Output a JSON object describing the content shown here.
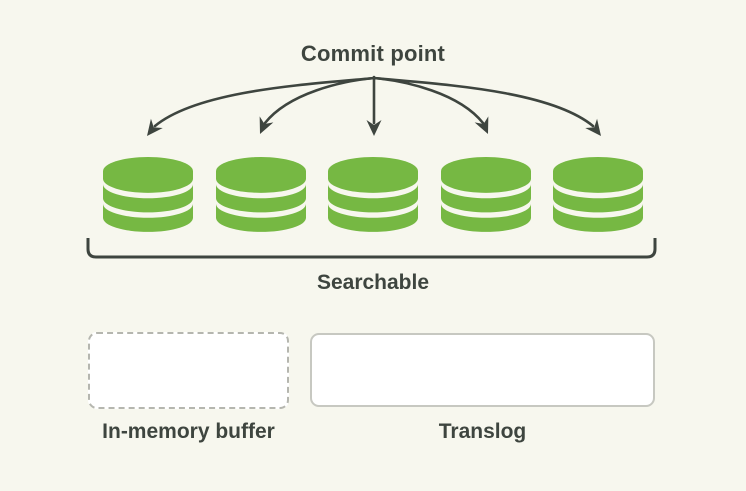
{
  "colors": {
    "background": "#f7f7ee",
    "segment_green": "#76b843",
    "ink": "#3e453f",
    "dashed_border": "#b5b6af",
    "solid_border": "#c7c8c1",
    "box_fill": "#ffffff"
  },
  "diagram": {
    "commit_point_label": "Commit point",
    "searchable_label": "Searchable",
    "segment_count": 5,
    "segments": [
      {
        "icon": "database-icon"
      },
      {
        "icon": "database-icon"
      },
      {
        "icon": "database-icon"
      },
      {
        "icon": "database-icon"
      },
      {
        "icon": "database-icon"
      }
    ],
    "in_memory_buffer": {
      "label": "In-memory buffer"
    },
    "translog": {
      "label": "Translog"
    }
  }
}
